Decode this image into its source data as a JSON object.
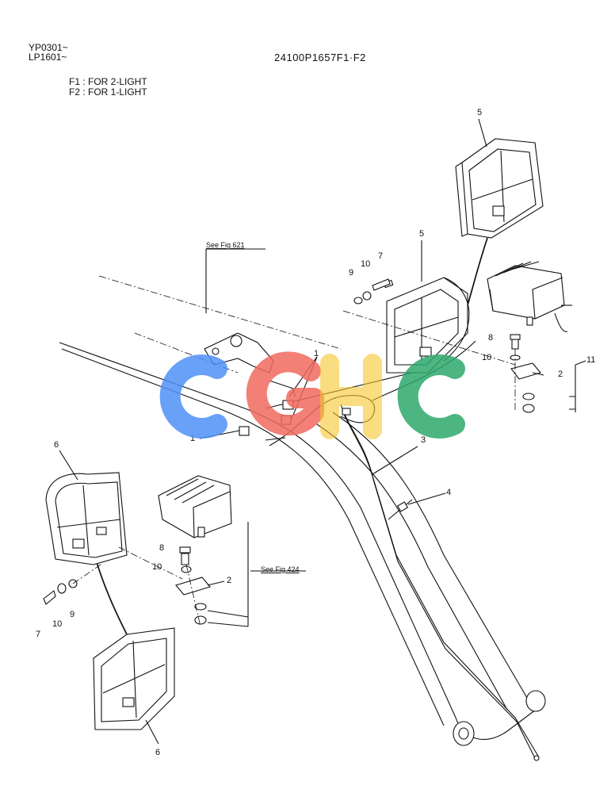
{
  "header": {
    "serial_ranges": [
      "YP0301~",
      "LP1601~"
    ],
    "drawing_number": "24100P1657F1·F2",
    "notes": [
      "F1 : FOR 2-LIGHT",
      "F2 : FOR 1-LIGHT"
    ]
  },
  "references": {
    "fig_621": "See Fig 621",
    "fig_424": "See Fig 424"
  },
  "callouts": {
    "c1a": "1",
    "c1b": "1",
    "c2a": "2",
    "c2b": "2",
    "c3": "3",
    "c4": "4",
    "c5a": "5",
    "c5b": "5",
    "c6a": "6",
    "c6b": "6",
    "c7a": "7",
    "c7b": "7",
    "c8a": "8",
    "c8b": "8",
    "c9a": "9",
    "c9b": "9",
    "c10a": "10",
    "c10b": "10",
    "c10c": "10",
    "c11": "11"
  },
  "watermark": {
    "text": "CGHC",
    "colors": {
      "c1": "#4f8ff7",
      "g": "#f06a5f",
      "h": "#f7c52d",
      "c2": "#2ea86b"
    }
  }
}
